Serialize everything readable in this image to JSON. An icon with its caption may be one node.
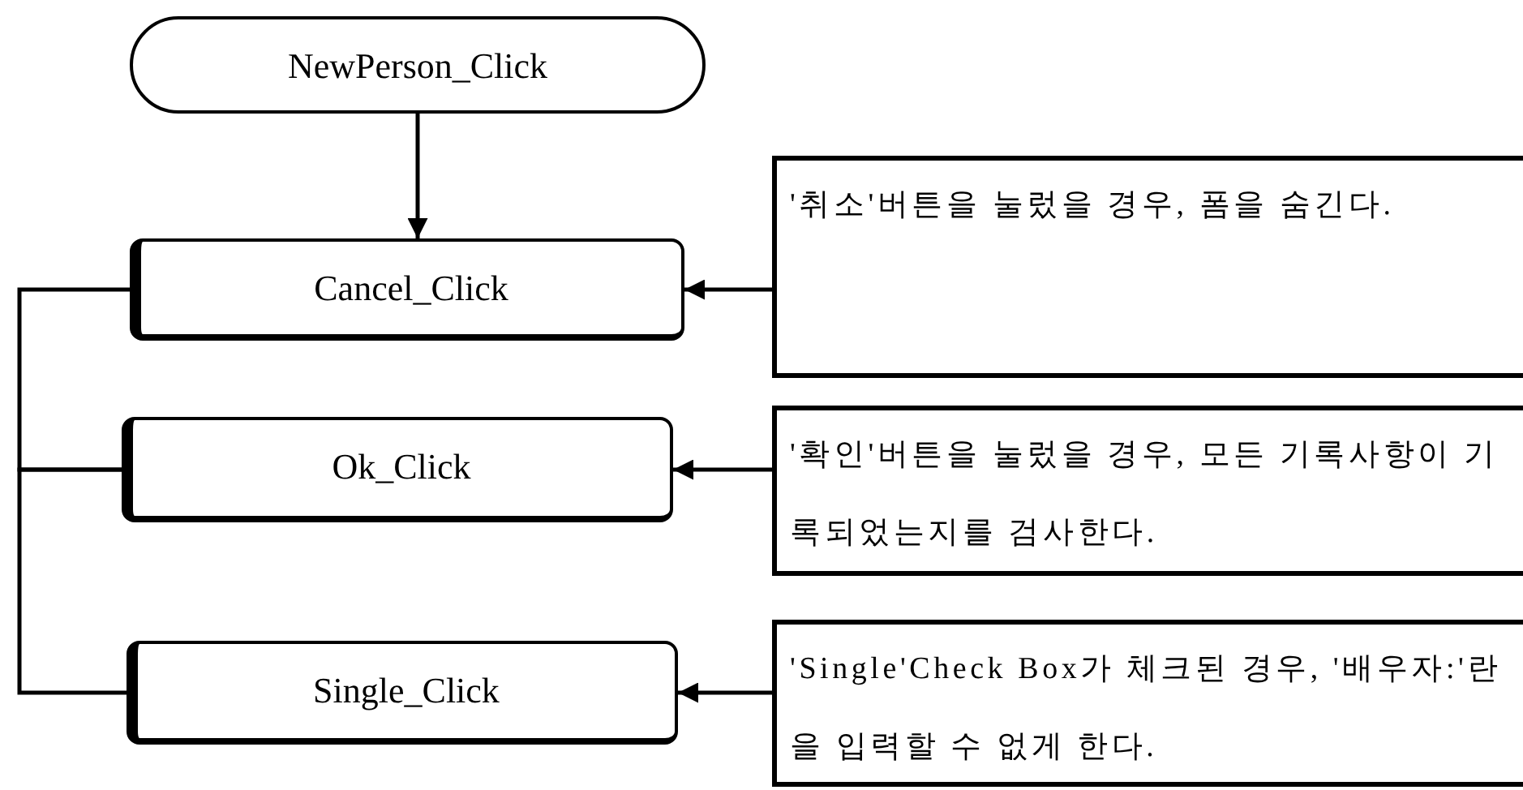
{
  "diagram": {
    "nodes": [
      {
        "text": [
          "NewPerson_Click"
        ]
      },
      {
        "text": [
          "Cancel_Click"
        ]
      },
      {
        "text": [
          "Ok_Click"
        ]
      },
      {
        "text": [
          "Single_Click"
        ]
      },
      {
        "text": [
          "'취소'버튼을 눌렀을 경우, 폼을 숨긴다."
        ]
      },
      {
        "text": [
          "'확인'버튼을 눌렀을 경우, 모든 기록사항이 기록되었는지를 검사한다."
        ]
      },
      {
        "text": [
          "'Single'Check Box가 체크된 경우, '배우자:'란을 입력할 수 없게 한다."
        ]
      }
    ],
    "edges": [
      {
        "from": 0,
        "to": 1,
        "arrow": "to"
      },
      {
        "from": 4,
        "to": 1,
        "arrow": "to"
      },
      {
        "from": 5,
        "to": 2,
        "arrow": "to"
      },
      {
        "from": 6,
        "to": 3,
        "arrow": "to"
      },
      {
        "from": 1,
        "to": 2,
        "arrow": "none"
      },
      {
        "from": 2,
        "to": 3,
        "arrow": "none"
      }
    ]
  }
}
